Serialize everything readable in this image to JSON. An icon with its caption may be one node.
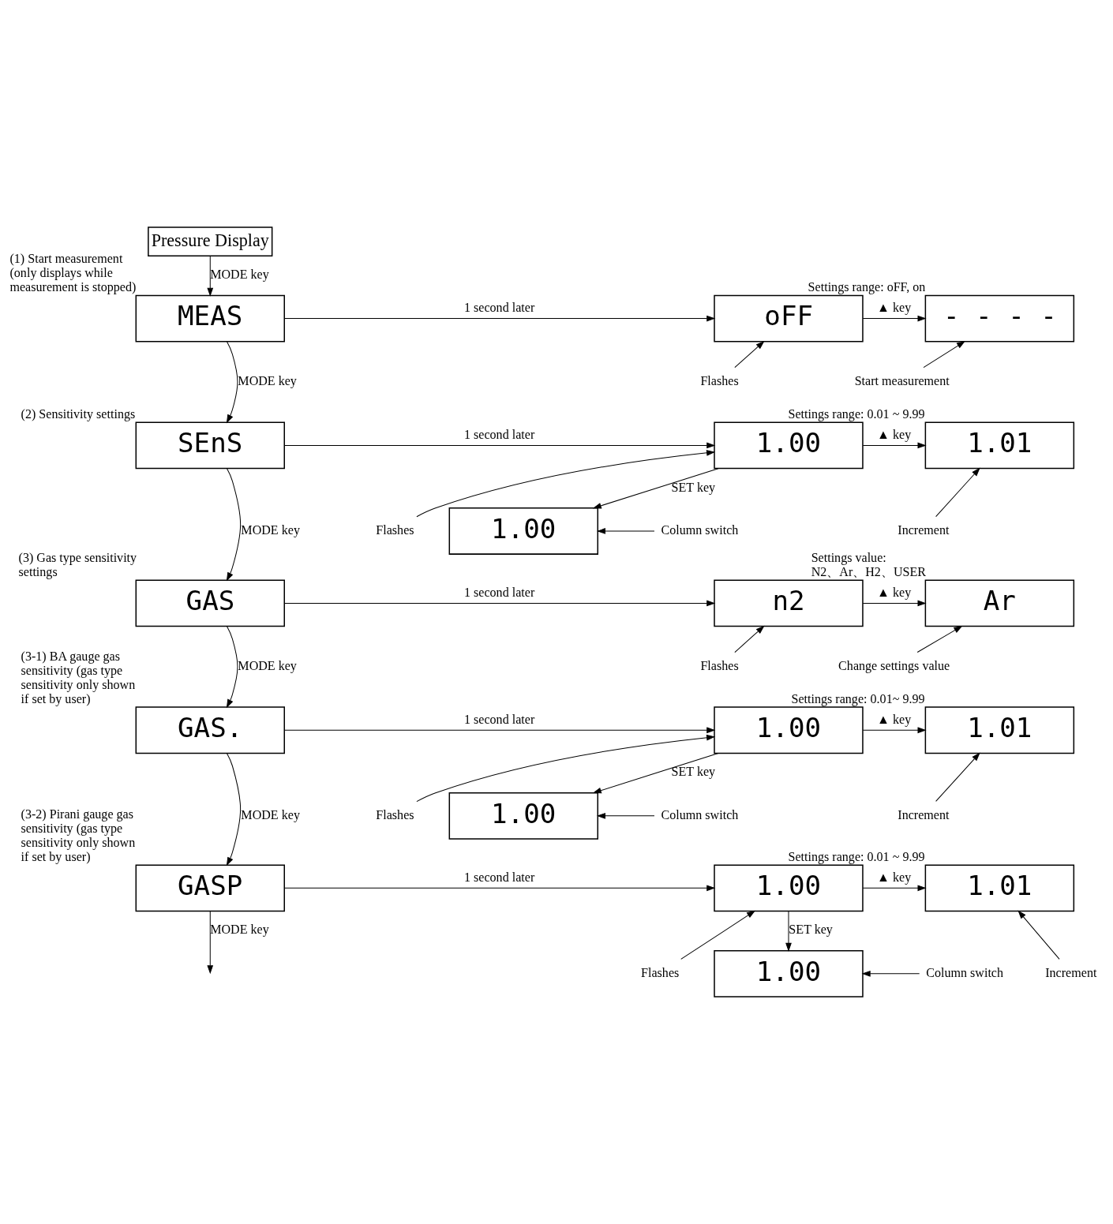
{
  "diagram": {
    "nodes": [
      {
        "text": [
          "Pressure Display"
        ]
      },
      {
        "text": [
          "MEAS"
        ],
        "beside": [
          "(1) Start measurement (only displays while measurement is stopped)"
        ]
      },
      {
        "text": [
          "oFF"
        ]
      },
      {
        "text": [
          "- - - -"
        ],
        "beside": [
          "Settings range: oFF, on"
        ]
      },
      {
        "text": [
          "Flashes"
        ]
      },
      {
        "text": [
          "Start measurement"
        ]
      },
      {
        "text": [
          "SEnS"
        ],
        "beside": [
          "(2) Sensitivity settings"
        ]
      },
      {
        "text": [
          "1.00"
        ]
      },
      {
        "text": [
          "1.01"
        ],
        "beside": [
          "Settings range: 0.01 ~ 9.99"
        ]
      },
      {
        "text": [
          "Flashes"
        ]
      },
      {
        "text": [
          "Increment"
        ]
      },
      {
        "text": [
          "1.00"
        ]
      },
      {
        "text": [
          "Column switch"
        ]
      },
      {
        "text": [
          "GAS"
        ],
        "beside": [
          "(3) Gas type sensitivity settings"
        ]
      },
      {
        "text": [
          "n2"
        ]
      },
      {
        "text": [
          "Ar"
        ],
        "beside": [
          "Settings value: N2、Ar、H2、USER"
        ]
      },
      {
        "text": [
          "Flashes"
        ]
      },
      {
        "text": [
          "Change settings value"
        ]
      },
      {
        "text": [
          "GAS."
        ],
        "beside": [
          "(3-1) BA gauge gas sensitivity (gas type sensitivity only shown if set by user)"
        ]
      },
      {
        "text": [
          "1.00"
        ]
      },
      {
        "text": [
          "1.01"
        ],
        "beside": [
          "Settings range: 0.01~ 9.99"
        ]
      },
      {
        "text": [
          "Flashes"
        ]
      },
      {
        "text": [
          "Increment"
        ]
      },
      {
        "text": [
          "1.00"
        ]
      },
      {
        "text": [
          "Column switch"
        ]
      },
      {
        "text": [
          "GASP"
        ],
        "beside": [
          "(3-2) Pirani gauge gas sensitivity (gas type sensitivity only shown if set by user)"
        ]
      },
      {
        "text": [
          "1.00"
        ]
      },
      {
        "text": [
          "1.01"
        ],
        "beside": [
          "Settings range: 0.01 ~ 9.99"
        ]
      },
      {
        "text": [
          "Flashes"
        ]
      },
      {
        "text": [
          "Increment"
        ]
      },
      {
        "text": [
          "1.00"
        ]
      },
      {
        "text": [
          "Column switch"
        ]
      }
    ],
    "edges": [
      {
        "from": 0,
        "to": 1,
        "arrow": "to",
        "label": "MODE key"
      },
      {
        "from": 1,
        "to": 2,
        "arrow": "to",
        "label": "1 second later"
      },
      {
        "from": 2,
        "to": 3,
        "arrow": "to",
        "label": "▲ key"
      },
      {
        "from": 4,
        "to": 2,
        "arrow": "to"
      },
      {
        "from": 5,
        "to": 3,
        "arrow": "to"
      },
      {
        "from": 1,
        "to": 6,
        "arrow": "to",
        "label": "MODE key"
      },
      {
        "from": 6,
        "to": 7,
        "arrow": "to",
        "label": "1 second later"
      },
      {
        "from": 7,
        "to": 8,
        "arrow": "to",
        "label": "▲ key"
      },
      {
        "from": 9,
        "to": 7,
        "arrow": "to"
      },
      {
        "from": 10,
        "to": 8,
        "arrow": "to"
      },
      {
        "from": 7,
        "to": 11,
        "arrow": "to",
        "label": "SET key"
      },
      {
        "from": 12,
        "to": 11,
        "arrow": "to"
      },
      {
        "from": 6,
        "to": 13,
        "arrow": "to",
        "label": "MODE key"
      },
      {
        "from": 13,
        "to": 14,
        "arrow": "to",
        "label": "1 second later"
      },
      {
        "from": 14,
        "to": 15,
        "arrow": "to",
        "label": "▲ key"
      },
      {
        "from": 16,
        "to": 14,
        "arrow": "to"
      },
      {
        "from": 17,
        "to": 15,
        "arrow": "to"
      },
      {
        "from": 13,
        "to": 18,
        "arrow": "to",
        "label": "MODE key"
      },
      {
        "from": 18,
        "to": 19,
        "arrow": "to",
        "label": "1 second later"
      },
      {
        "from": 19,
        "to": 20,
        "arrow": "to",
        "label": "▲ key"
      },
      {
        "from": 21,
        "to": 19,
        "arrow": "to"
      },
      {
        "from": 22,
        "to": 20,
        "arrow": "to"
      },
      {
        "from": 19,
        "to": 23,
        "arrow": "to",
        "label": "SET key"
      },
      {
        "from": 24,
        "to": 23,
        "arrow": "to"
      },
      {
        "from": 18,
        "to": 25,
        "arrow": "to",
        "label": "MODE key"
      },
      {
        "from": 25,
        "to": 26,
        "arrow": "to",
        "label": "1 second later"
      },
      {
        "from": 26,
        "to": 27,
        "arrow": "to",
        "label": "▲ key"
      },
      {
        "from": 28,
        "to": 26,
        "arrow": "to"
      },
      {
        "from": 29,
        "to": 27,
        "arrow": "to"
      },
      {
        "from": 26,
        "to": 30,
        "arrow": "to",
        "label": "SET key"
      },
      {
        "from": 31,
        "to": 30,
        "arrow": "to"
      },
      {
        "from": 25,
        "to": null,
        "arrow": "to",
        "label": "MODE key"
      }
    ]
  }
}
